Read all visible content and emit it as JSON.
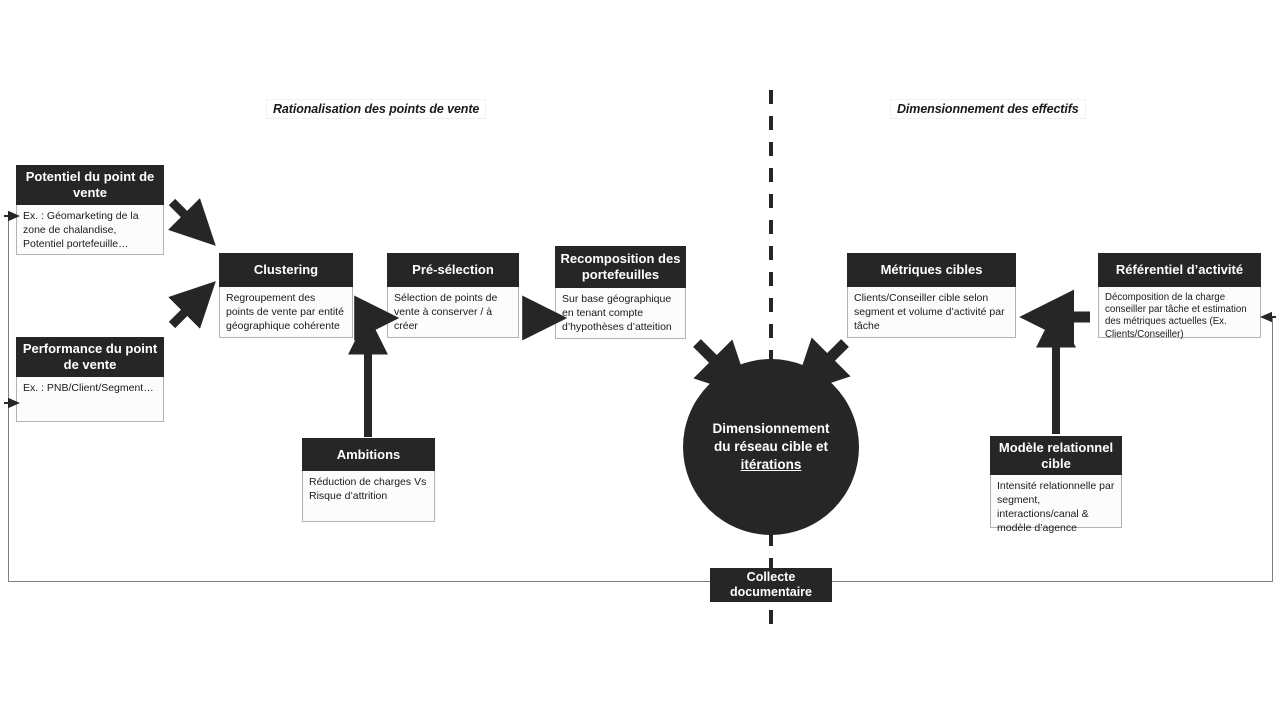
{
  "diagram": {
    "title_left": "Rationalisation des points de vente",
    "title_right": "Dimensionnement des effectifs",
    "accent_dark": "#262626",
    "body_bg": "#fcfcfc",
    "body_border": "#b3b3b3",
    "line_color": "#808080"
  },
  "nodes": {
    "potentiel": {
      "title": "Potentiel du point de vente",
      "body": "Ex. : Géomarketing de la zone de chalandise, Potentiel portefeuille…"
    },
    "performance": {
      "title": "Performance du point de vente",
      "body": "Ex. : PNB/Client/Segment…"
    },
    "clustering": {
      "title": "Clustering",
      "body": "Regroupement des points de vente par entité géographique cohérente"
    },
    "preselection": {
      "title": "Pré-sélection",
      "body": "Sélection de points de vente à conserver / à créer"
    },
    "recomposition": {
      "title": "Recomposition des portefeuilles",
      "body": "Sur base géographique en tenant compte d’hypothèses d’atteition"
    },
    "ambitions": {
      "title": "Ambitions",
      "body": "Réduction de charges Vs Risque d’attrition"
    },
    "metriques": {
      "title": "Métriques cibles",
      "body": "Clients/Conseiller cible selon segment et volume d’activité par tâche"
    },
    "referentiel": {
      "title": "Référentiel d’activité",
      "body": "Décomposition de la charge conseiller par tâche et estimation des métriques actuelles (Ex. Clients/Conseiller)"
    },
    "modele": {
      "title": "Modèle relationnel cible",
      "body": "Intensité relationnelle par segment, interactions/canal & modèle d’agence"
    },
    "hub": {
      "line1": "Dimensionnement",
      "line2": "du réseau cible et",
      "line3": "itérations"
    },
    "collecte": {
      "line1": "Collecte",
      "line2": "documentaire"
    }
  }
}
